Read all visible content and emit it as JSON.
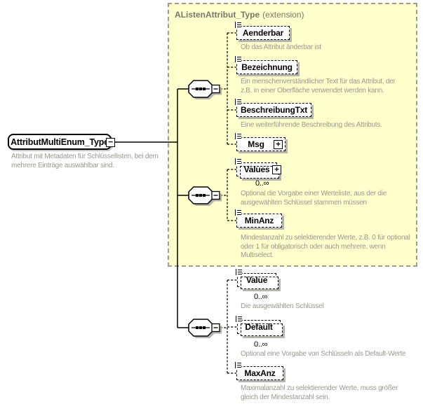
{
  "icons": {
    "collapse": "−",
    "expand": "+"
  },
  "colors": {
    "extension_bg": "#FFFFCC",
    "extension_border": "#9D9D95",
    "header_text": "#77776A",
    "annotation_text": "#99998F",
    "shadow": "#B5B5AE",
    "line": "#000000"
  },
  "root": {
    "name": "AttributMultiEnum_Type",
    "annotation": "Attribut mit Metadaten für Schlüssellisten, bei dem\nmehrere Einträge auswählbar sind."
  },
  "extension": {
    "title": "AListenAttribut_Type",
    "label": "(extension)"
  },
  "children": [
    {
      "name": "Aenderbar",
      "annotation": "Ob das Attribut änderbar ist"
    },
    {
      "name": "Bezeichnung",
      "annotation": "Ein menschenverständlicher Text für das Attribut, der\nz.B. in einer Oberfläche verwendet werden kann."
    },
    {
      "name": "BeschreibungTxt",
      "annotation": "Eine weiterführende Beschreibung des Attributs."
    },
    {
      "name": "Msg"
    },
    {
      "name": "Values",
      "cardinality": "0..∞",
      "annotation": "Optional die Vorgabe einer Werteliste, aus der die\nausgewählten Schlüssel stammen müssen"
    },
    {
      "name": "MinAnz",
      "annotation": "Mindestanzahl zu selektierender Werte, z.B. 0 für optional\noder 1 für obligatorisch oder auch mehrere, wenn\nMultiselect."
    },
    {
      "name": "Value",
      "cardinality": "0..∞",
      "annotation": "Die ausgewählten Schlüssel"
    },
    {
      "name": "Default",
      "cardinality": "0..∞",
      "annotation": "Optional eine Vorgabe von Schlüsseln als Default-Werte"
    },
    {
      "name": "MaxAnz",
      "annotation": "Maximalanzahl zu selektierender Werte, muss größer\ngleich der Mindestanzahl sein."
    }
  ]
}
